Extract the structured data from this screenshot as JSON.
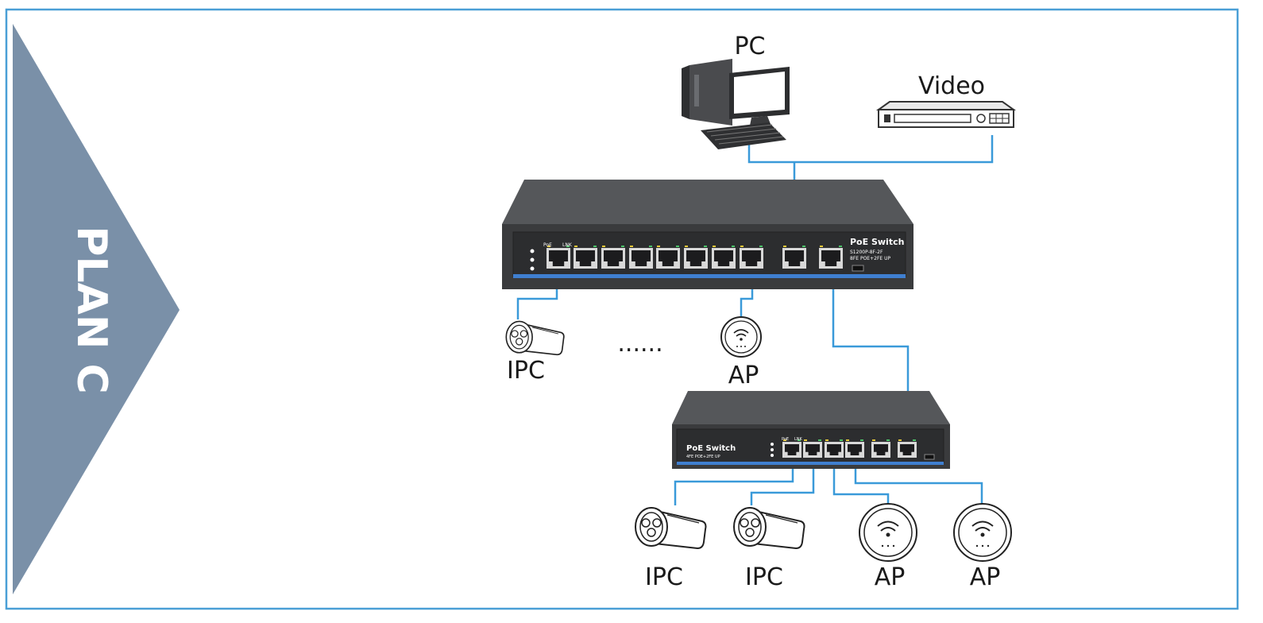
{
  "plan_label": "PLAN C",
  "nodes": {
    "pc": "PC",
    "video": "Video",
    "ipc_top": "IPC",
    "ap_top": "AP",
    "ellipsis": "......",
    "ipc_1": "IPC",
    "ipc_2": "IPC",
    "ap_1": "AP",
    "ap_2": "AP"
  },
  "switch_main": {
    "title": "PoE Switch",
    "model": "S1200P-8F-2F",
    "spec": "8FE POE+2FE UP",
    "port_hdr_poe": "PoE",
    "port_hdr_link": "LNK"
  },
  "switch_small": {
    "title": "PoE Switch",
    "spec": "4FE POE+2FE UP",
    "port_hdr_poe": "PoE",
    "port_hdr_link": "LNK"
  },
  "colors": {
    "border": "#4a9fd6",
    "triangle": "#7a90a8",
    "wire": "#3a9ad9",
    "switch_body": "#3a3b3d",
    "switch_top": "#55575a",
    "port_strip": "#3f7fd0"
  }
}
